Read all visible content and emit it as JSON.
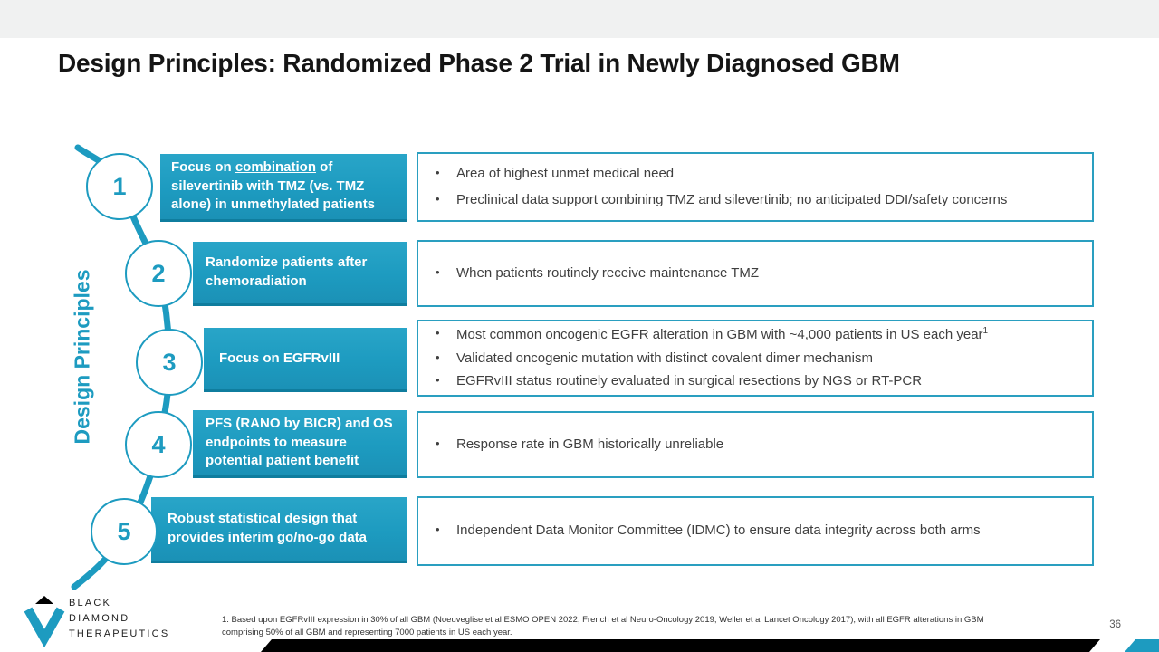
{
  "title": "Design Principles: Randomized Phase 2 Trial in Newly Diagnosed GBM",
  "side_label": "Design Principles",
  "colors": {
    "teal": "#1d9bc0",
    "teal_dark": "#0f7d9e",
    "bullet_text": "#3f3f3f",
    "bar_black": "#000000",
    "top_band": "#f0f1f1"
  },
  "rows": [
    {
      "number": "1",
      "principle": {
        "pre": "Focus on ",
        "underline": "combination",
        "post": " of silevertinib with TMZ (vs. TMZ alone) in unmethylated patients"
      },
      "bullets": [
        {
          "text": "Area of highest unmet medical need"
        },
        {
          "text": "Preclinical data support combining TMZ and silevertinib; no anticipated DDI/safety concerns"
        }
      ]
    },
    {
      "number": "2",
      "principle": {
        "pre": "Randomize patients after chemoradiation",
        "underline": "",
        "post": ""
      },
      "bullets": [
        {
          "text": "When patients routinely receive maintenance TMZ"
        }
      ]
    },
    {
      "number": "3",
      "principle": {
        "pre": "Focus on EGFRvIII",
        "underline": "",
        "post": ""
      },
      "bullets": [
        {
          "text": "Most common oncogenic EGFR alteration in GBM with ~4,000 patients in US each year",
          "sup": "1"
        },
        {
          "text": "Validated oncogenic mutation with distinct covalent dimer mechanism"
        },
        {
          "text": "EGFRvIII status routinely evaluated in surgical resections by NGS or RT-PCR"
        }
      ]
    },
    {
      "number": "4",
      "principle": {
        "pre": "PFS (RANO by BICR) and OS endpoints to measure potential patient benefit",
        "underline": "",
        "post": ""
      },
      "bullets": [
        {
          "text": "Response rate in GBM historically unreliable"
        }
      ]
    },
    {
      "number": "5",
      "principle": {
        "pre": "Robust statistical design that provides interim go/no-go data",
        "underline": "",
        "post": ""
      },
      "bullets": [
        {
          "text": "Independent Data Monitor Committee (IDMC) to ensure data integrity across both arms"
        }
      ]
    }
  ],
  "footnote": {
    "line1": "1. Based upon EGFRvIII expression in 30% of all GBM (Noeuveglise et al ESMO OPEN 2022, French et al Neuro-Oncology 2019, Weller et al Lancet Oncology 2017), with all EGFR alterations in GBM",
    "line2": "comprising 50% of all GBM and representing 7000 patients in US each year."
  },
  "page_number": "36",
  "logo": {
    "lines": [
      "BLACK",
      "DIAMOND",
      "THERAPEUTICS"
    ]
  }
}
